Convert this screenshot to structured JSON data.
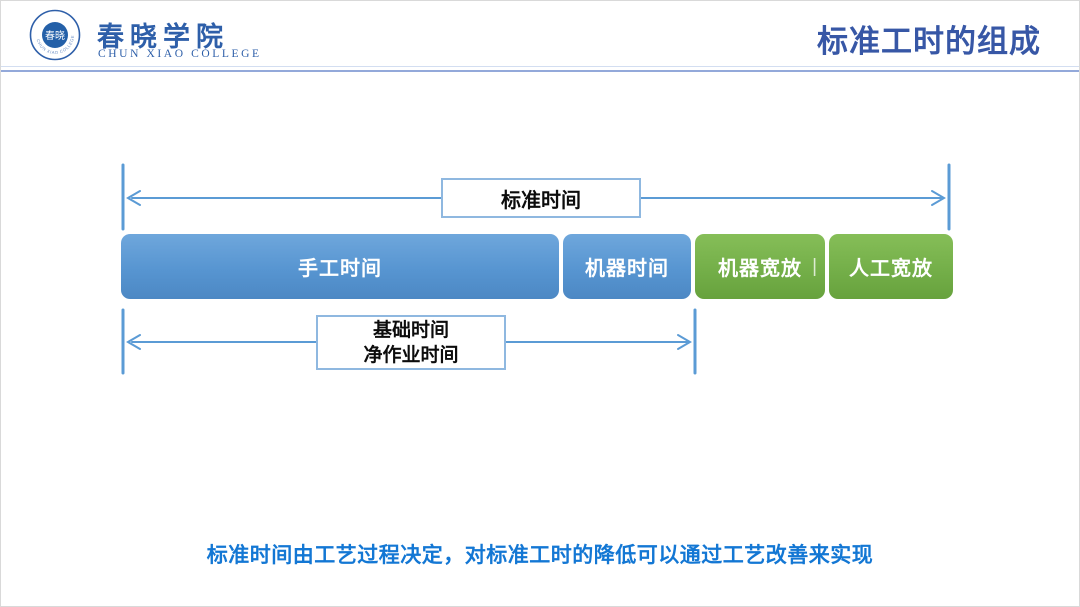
{
  "header": {
    "college_name": "春晓学院",
    "college_name_en": "CHUN XIAO COLLEGE",
    "slide_title": "标准工时的组成",
    "seal_center_text": "春晓",
    "seal_ring_text": "CHUN XIAO COLLEGE"
  },
  "diagram": {
    "top_span_label": "标准时间",
    "bottom_span_label_line1": "基础时间",
    "bottom_span_label_line2": "净作业时间",
    "segments": [
      {
        "label": "手工时间",
        "color": "#5795d1"
      },
      {
        "label": "机器时间",
        "color": "#5795d1"
      },
      {
        "label": "机器宽放",
        "color": "#74af49"
      },
      {
        "label": "人工宽放",
        "color": "#74af49"
      }
    ],
    "green_divider": "|"
  },
  "footer": {
    "note": "标准时间由工艺过程决定，对标准工时的降低可以通过工艺改善来实现"
  },
  "colors": {
    "accent_blue": "#5b9bd5",
    "bar_blue": "#5795d1",
    "bar_green": "#74af49",
    "title_blue": "#3757a6",
    "logo_blue": "#2e5fa9",
    "note_blue": "#1377d4",
    "divider_line": "#93a9da",
    "box_border": "#8fb8e0"
  }
}
